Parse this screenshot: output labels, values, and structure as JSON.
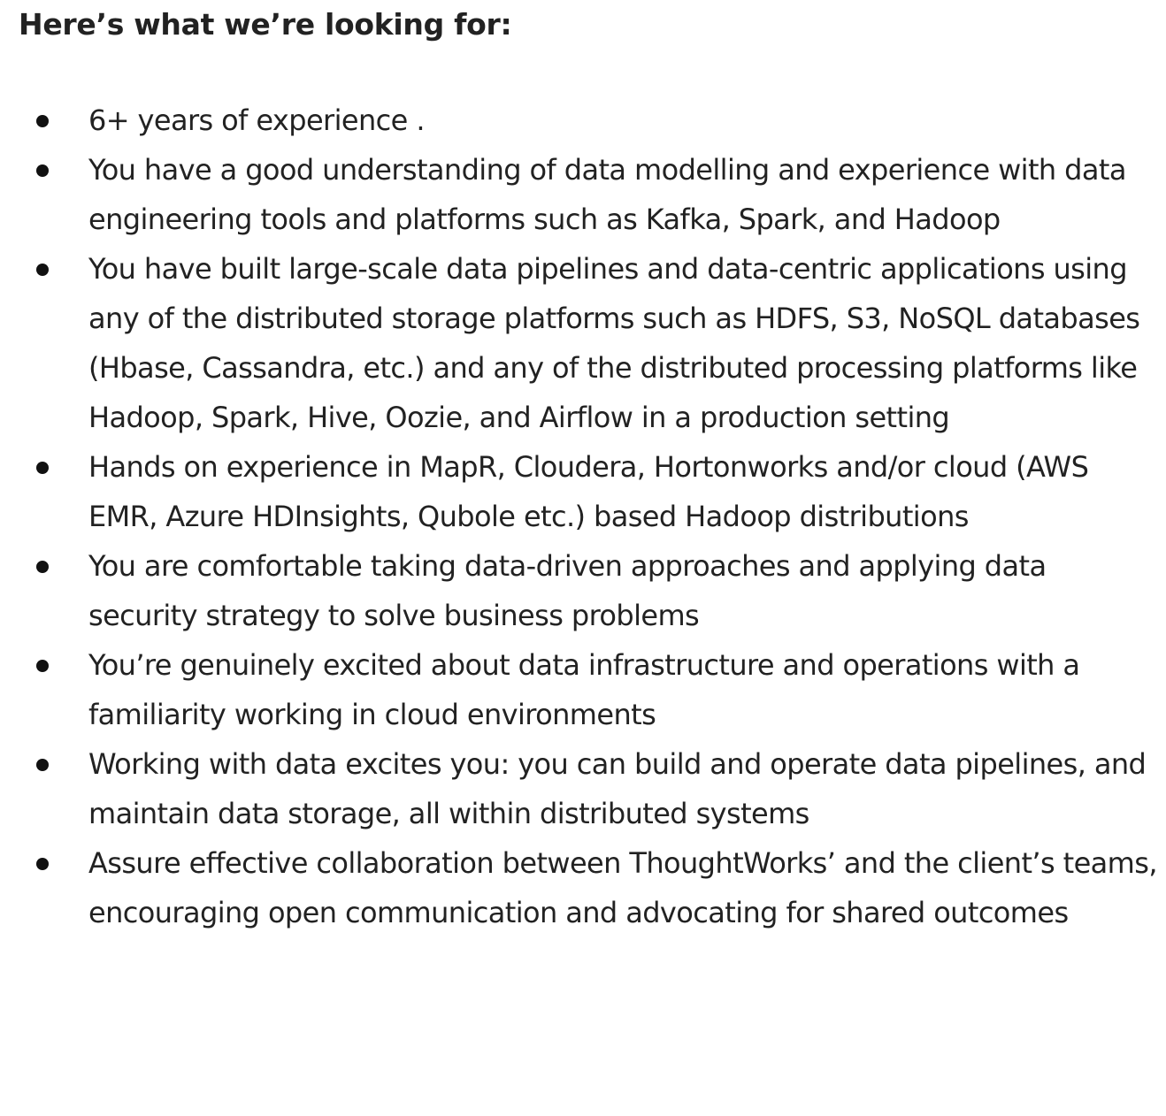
{
  "heading": "Here’s what we’re looking for:",
  "items": [
    "6+ years of experience .",
    "You have a good understanding of data modelling and experience with data engineering tools and platforms such as Kafka, Spark, and Hadoop",
    "You have built large-scale data pipelines and data-centric applications using any of the distributed storage platforms such as HDFS, S3, NoSQL databases (Hbase, Cassandra, etc.) and any of the distributed processing platforms like Hadoop, Spark, Hive, Oozie, and Airflow in a production setting",
    "Hands on experience in MapR, Cloudera, Hortonworks and/or cloud (AWS EMR, Azure HDInsights, Qubole etc.) based Hadoop distributions",
    "You are comfortable taking data-driven approaches and applying data security strategy to solve business problems",
    "You’re genuinely excited about data infrastructure and operations with a familiarity working in cloud environments",
    "Working with data excites you: you can build and operate data pipelines, and maintain data storage, all within distributed systems",
    "Assure effective collaboration between ThoughtWorks’ and the client’s teams, encouraging open communication and advocating for shared outcomes"
  ]
}
